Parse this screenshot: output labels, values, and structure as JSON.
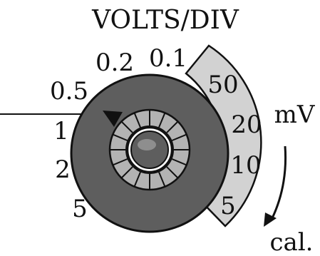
{
  "title": "VOLTS/DIV",
  "volt_scale": [
    "0.2",
    "0.1",
    "0.5",
    "1",
    "2",
    "5"
  ],
  "mv_scale": [
    "50",
    "20",
    "10",
    "5"
  ],
  "mv_unit": "mV",
  "cal_label": "cal.",
  "colors": {
    "ink": "#111111",
    "knob_outer": "#5e5e5e",
    "knob_inner": "#b3b3b3",
    "mv_sector": "#d2d2d2",
    "cal_accent": "#e0008a"
  }
}
